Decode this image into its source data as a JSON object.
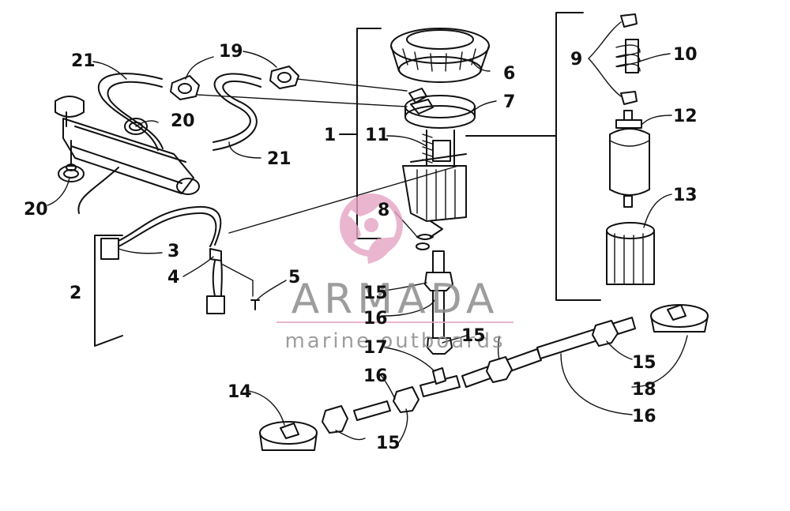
{
  "diagram": {
    "callouts": [
      "1",
      "2",
      "3",
      "4",
      "5",
      "6",
      "7",
      "8",
      "9",
      "10",
      "11",
      "12",
      "13",
      "14",
      "15",
      "16",
      "17",
      "18",
      "19",
      "20",
      "21"
    ],
    "labels": {
      "l1": "1",
      "l2": "2",
      "l3": "3",
      "l4": "4",
      "l5": "5",
      "l6": "6",
      "l7": "7",
      "l8": "8",
      "l9": "9",
      "l10": "10",
      "l11": "11",
      "l12": "12",
      "l13": "13",
      "l14": "14",
      "l15a": "15",
      "l15b": "15",
      "l15c": "15",
      "l15d": "15",
      "l16a": "16",
      "l16b": "16",
      "l16c": "16",
      "l17": "17",
      "l18": "18",
      "l19": "19",
      "l20a": "20",
      "l20b": "20",
      "l21a": "21",
      "l21b": "21"
    }
  },
  "watermark": {
    "brand": "ARMADA",
    "tagline": "marine outboards",
    "logo_color": "#e6a3c4",
    "text_color": "#8c8c8c"
  }
}
